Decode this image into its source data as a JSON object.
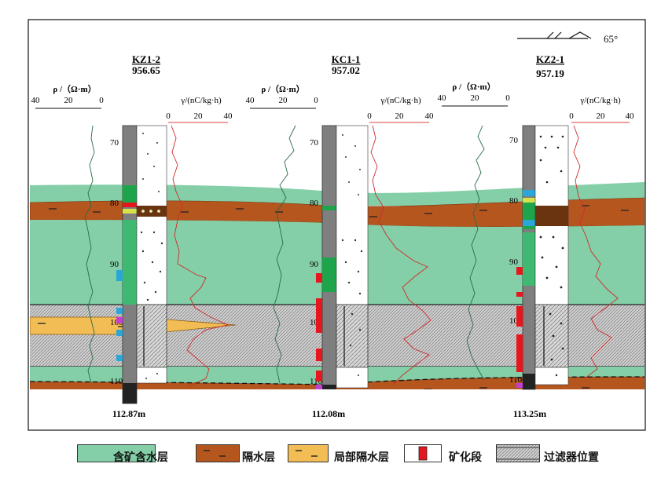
{
  "colors": {
    "aquifer": "#84cfa8",
    "aquiclude": "#b5561f",
    "local_aquiclude": "#f3bd56",
    "ore": "#e5161d",
    "filter_hatch": "#b0b0b0",
    "rho_curve": "#2a6b44",
    "gamma_curve": "#d12a2a",
    "gamma_axis": "#d84040"
  },
  "orientation": {
    "angle": "65°"
  },
  "wells": [
    {
      "id": "KZ1-2",
      "elevation": "956.65",
      "depth": "112.87m"
    },
    {
      "id": "KC1-1",
      "elevation": "957.02",
      "depth": "112.08m"
    },
    {
      "id": "KZ2-1",
      "elevation": "957.19",
      "depth": "113.25m"
    }
  ],
  "rho_axis": {
    "label": "ρ /（Ω·m）",
    "ticks": [
      "40",
      "20",
      "0"
    ]
  },
  "gamma_axis": {
    "label": "γ/(nC/kg·h)",
    "ticks": [
      "0",
      "20",
      "40"
    ]
  },
  "depth_ticks": [
    "70",
    "80",
    "90",
    "100",
    "110"
  ],
  "legend": [
    {
      "key": "aquifer",
      "label": "含矿含水层"
    },
    {
      "key": "aquiclude",
      "label": "隔水层"
    },
    {
      "key": "local_aquiclude",
      "label": "局部隔水层"
    },
    {
      "key": "ore",
      "label": "矿化段"
    },
    {
      "key": "filter",
      "label": "过滤器位置"
    }
  ]
}
